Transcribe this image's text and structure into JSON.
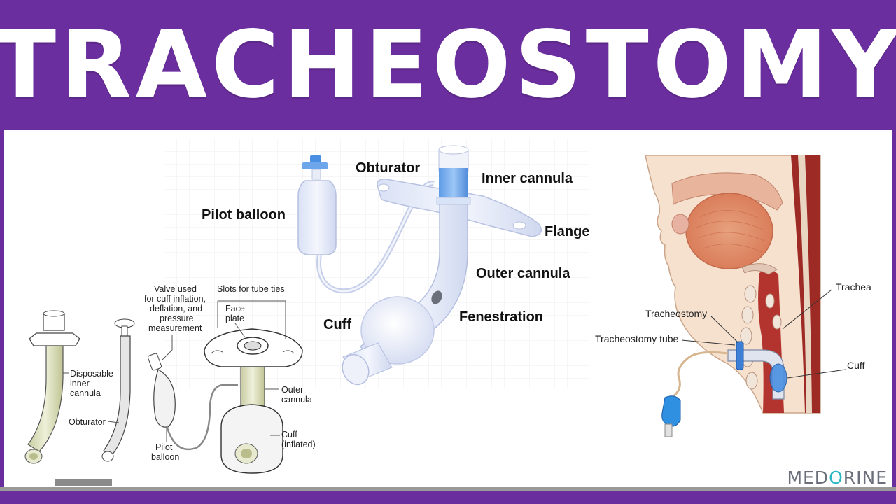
{
  "header": {
    "title": "TRACHEOSTOMY"
  },
  "center_diagram": {
    "labels": {
      "obturator": "Obturator",
      "inner_cannula": "Inner cannula",
      "pilot_balloon": "Pilot balloon",
      "flange": "Flange",
      "outer_cannula": "Outer cannula",
      "fenestration": "Fenestration",
      "cuff": "Cuff"
    }
  },
  "left_diagram": {
    "labels": {
      "valve_line1": "Valve used",
      "valve_line2": "for cuff inflation,",
      "valve_line3": "deflation, and",
      "valve_line4": "pressure",
      "valve_line5": "measurement",
      "slots": "Slots for tube ties",
      "face_line1": "Face",
      "face_line2": "plate",
      "disposable_line1": "Disposable",
      "disposable_line2": "inner",
      "disposable_line3": "cannula",
      "obturator": "Obturator",
      "outer_line1": "Outer",
      "outer_line2": "cannula",
      "cuff_line1": "Cuff",
      "cuff_line2": "(inflated)",
      "pilot_line1": "Pilot",
      "pilot_line2": "balloon"
    }
  },
  "right_diagram": {
    "labels": {
      "trachea": "Trachea",
      "tracheostomy": "Tracheostomy",
      "tracheostomy_tube": "Tracheostomy tube",
      "cuff": "Cuff"
    }
  },
  "logo": {
    "part1": "MED",
    "part2": "O",
    "part3": "RINE"
  },
  "colors": {
    "banner": "#6b2e9f",
    "accent_blue": "#4a90e2",
    "tissue_red": "#b3342f",
    "logo_gray": "#6a6f7a",
    "logo_teal": "#29b6c5"
  }
}
